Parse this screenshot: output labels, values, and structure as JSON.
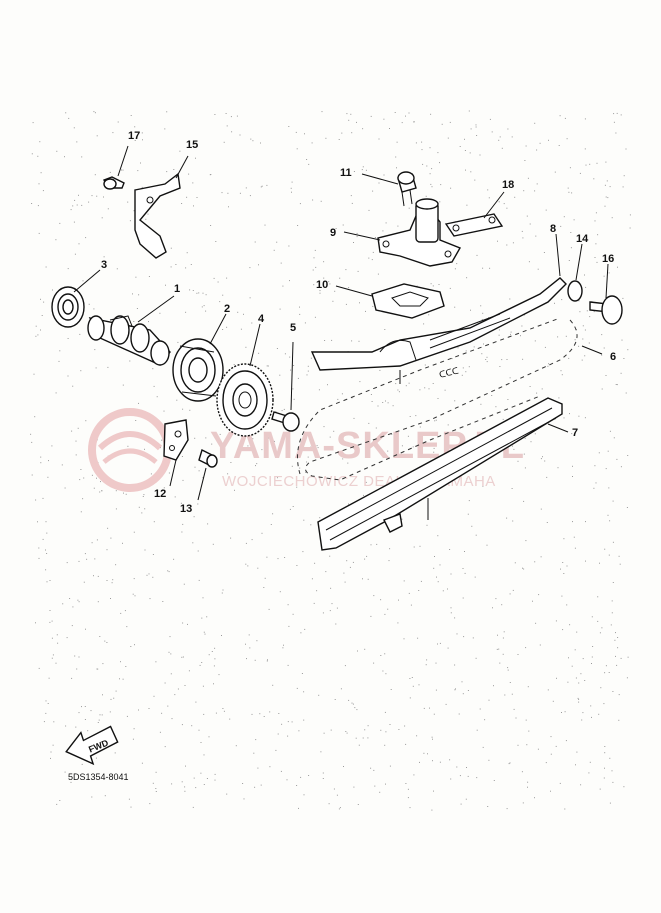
{
  "watermark": {
    "main": "YAMA-SKLEP.PL",
    "sub": "WOJCIECHOWICZ DEALER YAMAHA"
  },
  "callouts": {
    "c1": "1",
    "c2": "2",
    "c3": "3",
    "c4": "4",
    "c5": "5",
    "c6": "6",
    "c7": "7",
    "c8": "8",
    "c9": "9",
    "c10": "10",
    "c11": "11",
    "c12": "12",
    "c13": "13",
    "c14": "14",
    "c15": "15",
    "c16": "16",
    "c17": "17",
    "c18": "18"
  },
  "fwd_label": "FWD",
  "diagram_code": "5DS1354-8041",
  "chain_mark": "ᑕᑕᑕ"
}
